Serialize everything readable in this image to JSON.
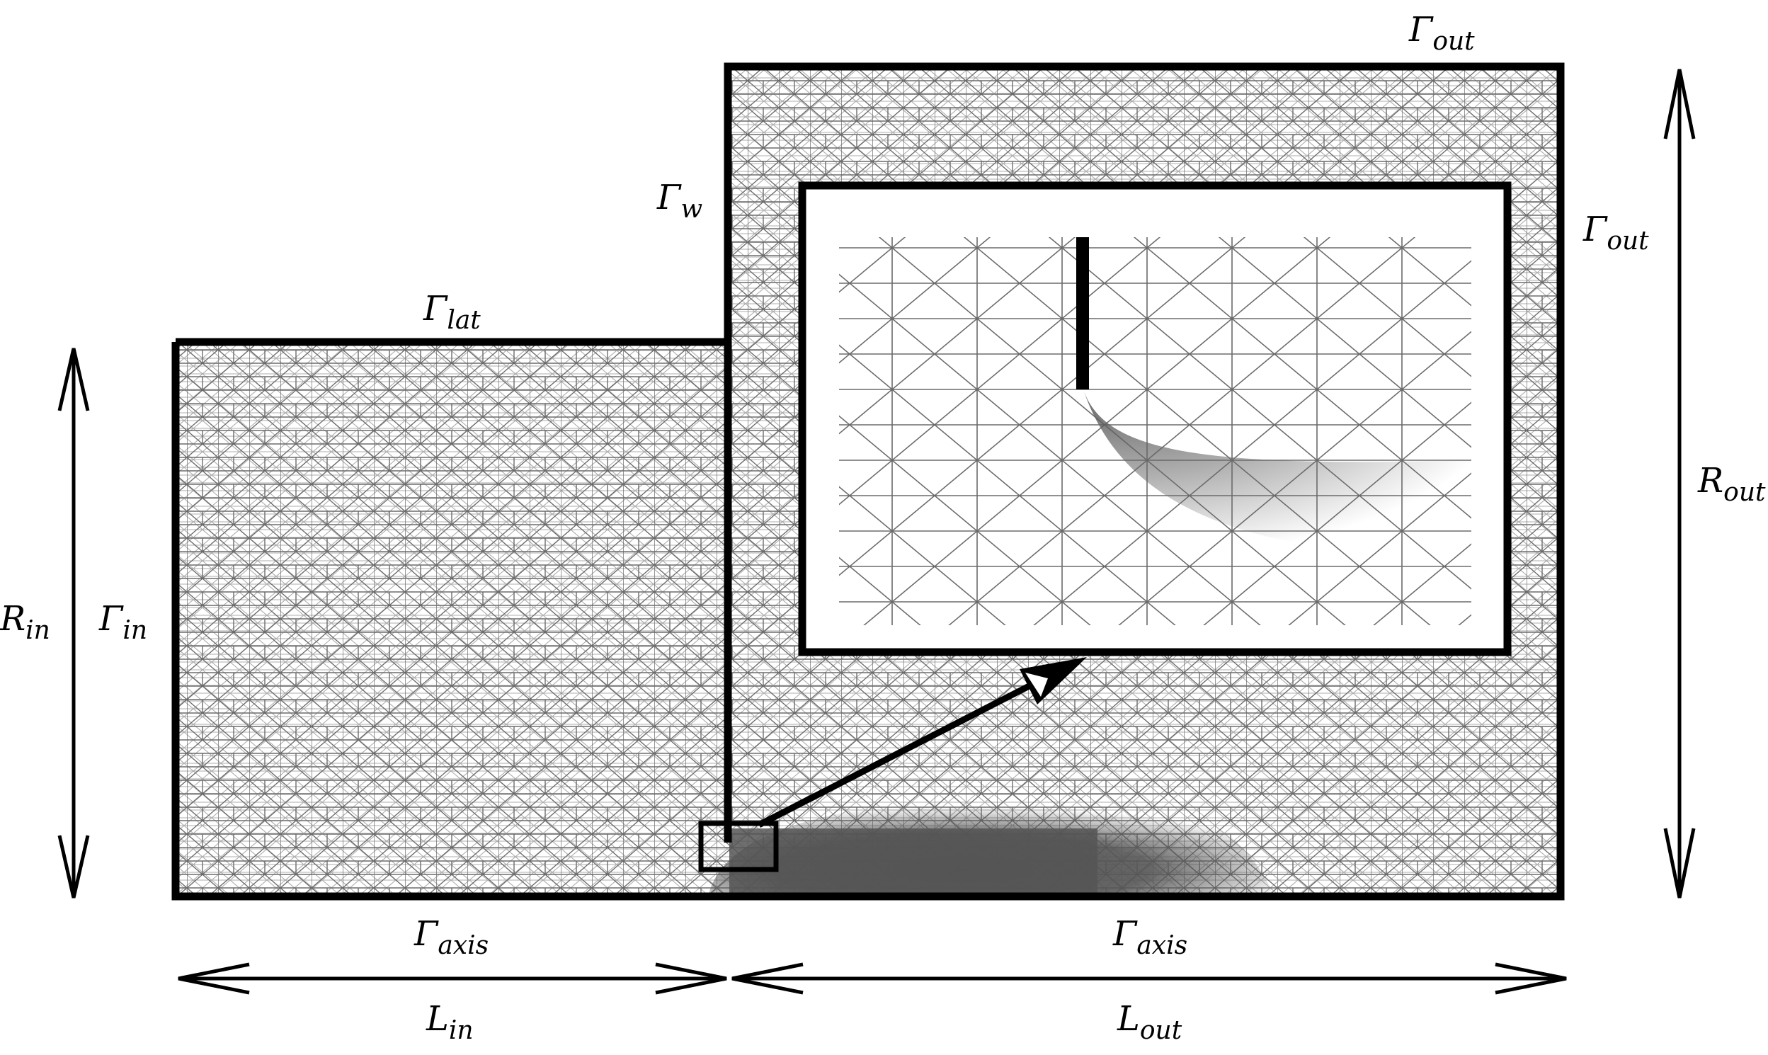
{
  "labels": {
    "gamma_out_top": {
      "base": "Γ",
      "sub": "out"
    },
    "gamma_out_right": {
      "base": "Γ",
      "sub": "out"
    },
    "gamma_w": {
      "base": "Γ",
      "sub": "w"
    },
    "gamma_lat": {
      "base": "Γ",
      "sub": "lat"
    },
    "gamma_in": {
      "base": "Γ",
      "sub": "in"
    },
    "r_in": {
      "base": "R",
      "sub": "in"
    },
    "r_out": {
      "base": "R",
      "sub": "out"
    },
    "gamma_axis_left": {
      "base": "Γ",
      "sub": "axis"
    },
    "gamma_axis_right": {
      "base": "Γ",
      "sub": "axis"
    },
    "l_in": {
      "base": "L",
      "sub": "in"
    },
    "l_out": {
      "base": "L",
      "sub": "out"
    }
  },
  "colors": {
    "mesh": "#6b6b6b",
    "mesh_dense": "#555555",
    "boundary": "#000000",
    "background": "#ffffff"
  }
}
